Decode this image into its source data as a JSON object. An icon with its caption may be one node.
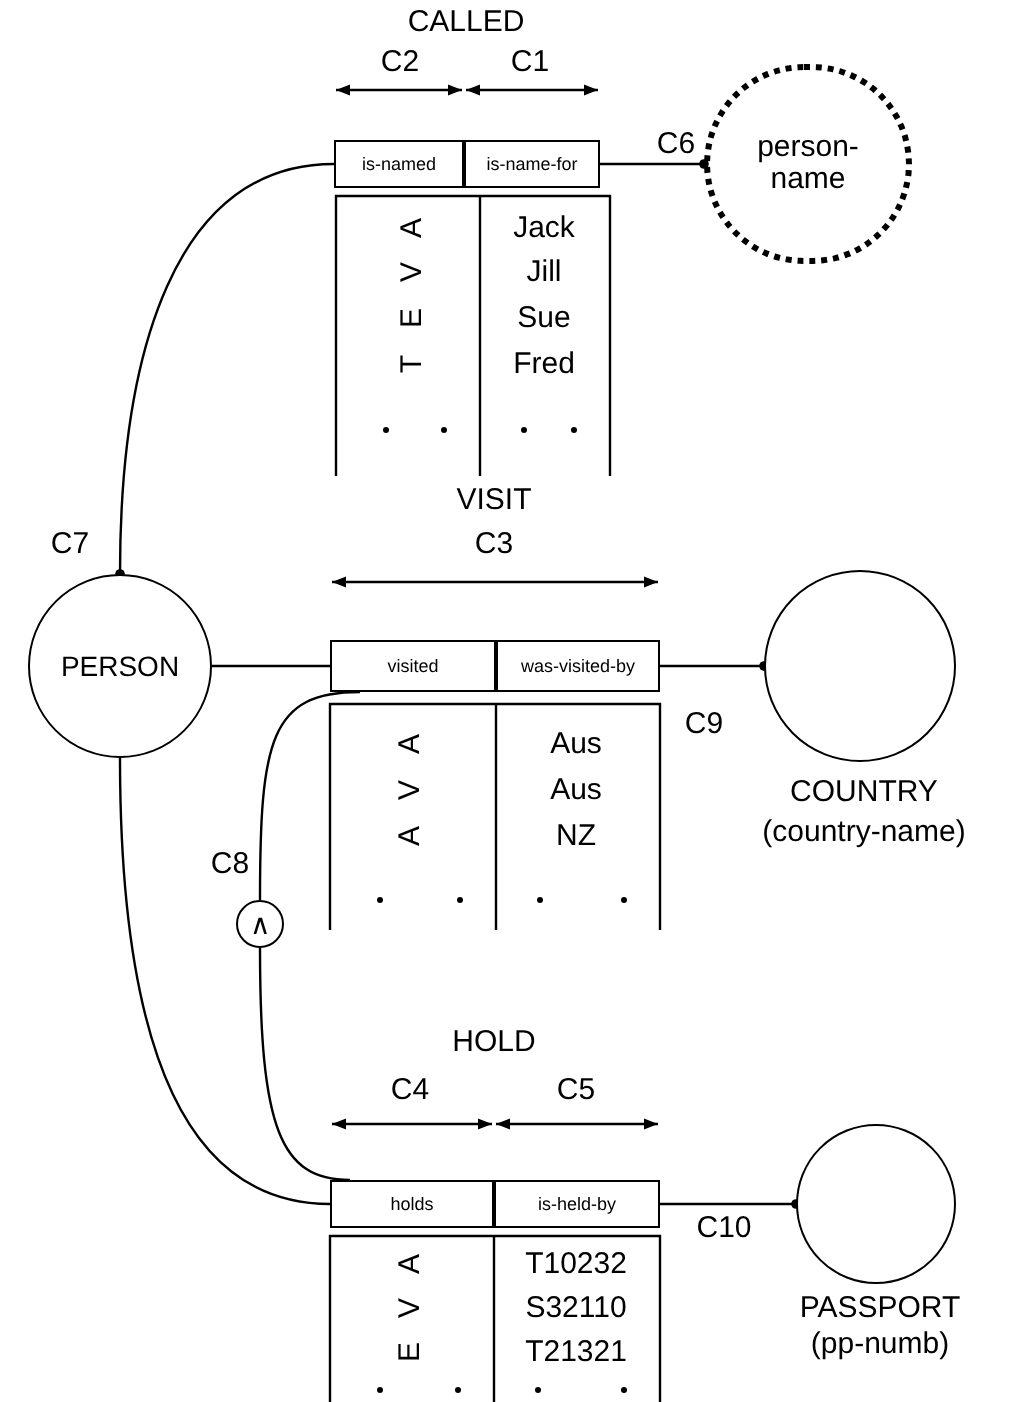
{
  "diagram": {
    "nodes": [
      {
        "text": [
          "is-named"
        ]
      },
      {
        "text": [
          "is-name-for"
        ]
      },
      {
        "text": [
          "person-name"
        ]
      },
      {
        "text": [
          "PERSON"
        ]
      },
      {
        "text": [
          "visited"
        ]
      },
      {
        "text": [
          "was-visited-by"
        ]
      },
      {
        "text": [],
        "shape": "circle",
        "beside": [
          "COUNTRY",
          "(country-name)"
        ]
      },
      {
        "text": [
          "∧"
        ],
        "beside": [
          "C8"
        ]
      },
      {
        "text": [
          "holds"
        ]
      },
      {
        "text": [
          "is-held-by"
        ]
      },
      {
        "text": [],
        "shape": "circle",
        "beside": [
          "PASSPORT",
          "(pp-numb)"
        ]
      }
    ],
    "edges": [
      {
        "from": 0,
        "to": 3,
        "arrow": "other"
      },
      {
        "from": 1,
        "to": 2,
        "arrow": "other"
      },
      {
        "from": 3,
        "to": 4,
        "arrow": "none"
      },
      {
        "from": 5,
        "to": 6,
        "arrow": "other"
      },
      {
        "from": 7,
        "to": 4,
        "arrow": "none"
      },
      {
        "from": 7,
        "to": 8,
        "arrow": "none"
      },
      {
        "from": 3,
        "to": 8,
        "arrow": "none"
      },
      {
        "from": 9,
        "to": 10,
        "arrow": "other"
      }
    ],
    "labels": [
      "CALLED",
      "C2",
      "C1",
      "C6",
      "A",
      "Jack",
      "V",
      "Jill",
      "E",
      "Sue",
      "T",
      "Fred",
      "C7",
      "VISIT",
      "C3",
      "C9",
      "A",
      "Aus",
      "V",
      "Aus",
      "A",
      "NZ",
      "HOLD",
      "C4",
      "C5",
      "C10",
      "A",
      "T10232",
      "V",
      "S32110",
      "E",
      "T21321"
    ]
  }
}
